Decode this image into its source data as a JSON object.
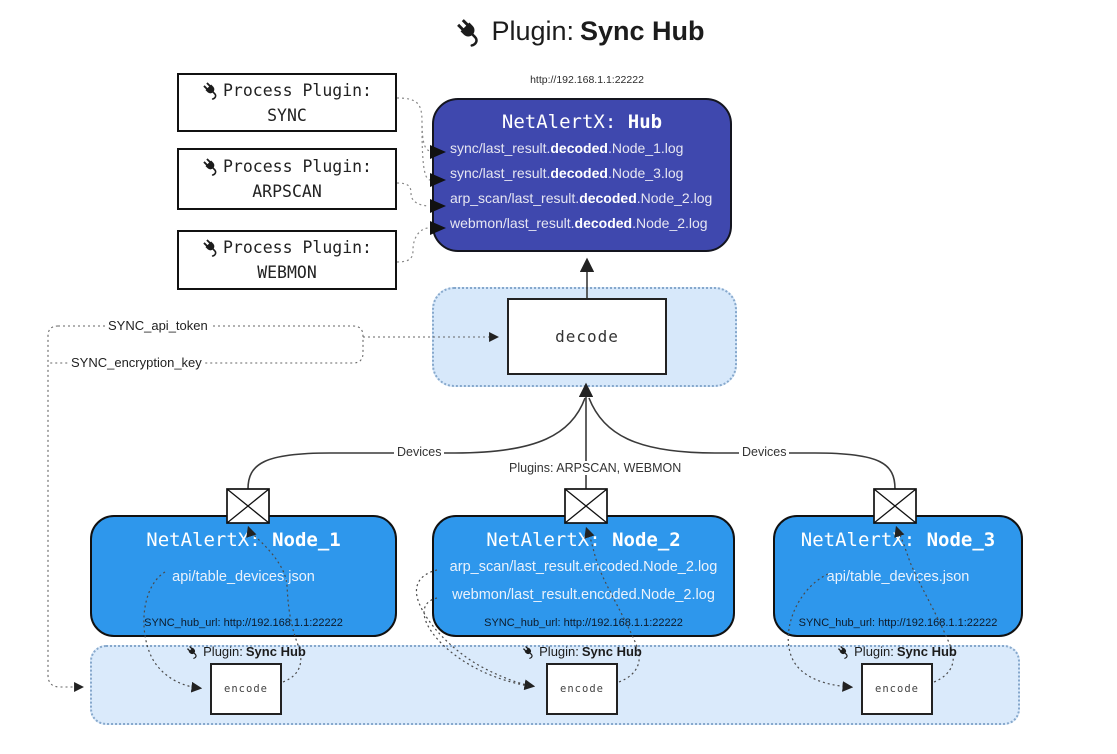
{
  "colors": {
    "hub_bg": "#3f48ae",
    "node_bg": "#2e97ec",
    "panel_bg": "#d7e8fa",
    "panel_border": "#86a8cc",
    "bottom_panel_bg": "#daeafb"
  },
  "title": {
    "prefix": "Plugin: ",
    "name": "Sync Hub"
  },
  "hub": {
    "url": "http://192.168.1.1:22222",
    "title_prefix": "NetAlertX: ",
    "title_name": "Hub",
    "logs": [
      {
        "pre": "sync/last_result.",
        "bold": "decoded",
        "post": ".Node_1.log"
      },
      {
        "pre": "sync/last_result.",
        "bold": "decoded",
        "post": ".Node_3.log"
      },
      {
        "pre": "arp_scan/last_result.",
        "bold": "decoded",
        "post": ".Node_2.log"
      },
      {
        "pre": "webmon/last_result.",
        "bold": "decoded",
        "post": ".Node_2.log"
      }
    ]
  },
  "process_plugins": [
    {
      "label": "Process Plugin:",
      "name": "SYNC"
    },
    {
      "label": "Process Plugin:",
      "name": "ARPSCAN"
    },
    {
      "label": "Process Plugin:",
      "name": "WEBMON"
    }
  ],
  "decode": {
    "label": "decode"
  },
  "keys": {
    "api_token": "SYNC_api_token",
    "encryption_key": "SYNC_encryption_key"
  },
  "edge_labels": {
    "devices_left": "Devices",
    "plugins_mid": "Plugins: ARPSCAN, WEBMON",
    "devices_right": "Devices"
  },
  "nodes": [
    {
      "title_prefix": "NetAlertX: ",
      "title_name": "Node_1",
      "files": [
        "api/table_devices.json"
      ],
      "hub_url": "SYNC_hub_url: http://192.168.1.1:22222"
    },
    {
      "title_prefix": "NetAlertX: ",
      "title_name": "Node_2",
      "files": [
        "arp_scan/last_result.encoded.Node_2.log",
        "webmon/last_result.encoded.Node_2.log"
      ],
      "hub_url": "SYNC_hub_url: http://192.168.1.1:22222"
    },
    {
      "title_prefix": "NetAlertX: ",
      "title_name": "Node_3",
      "files": [
        "api/table_devices.json"
      ],
      "hub_url": "SYNC_hub_url: http://192.168.1.1:22222"
    }
  ],
  "encode_units": [
    {
      "plugin_prefix": "Plugin: ",
      "plugin_name": "Sync Hub",
      "label": "encode"
    },
    {
      "plugin_prefix": "Plugin: ",
      "plugin_name": "Sync Hub",
      "label": "encode"
    },
    {
      "plugin_prefix": "Plugin: ",
      "plugin_name": "Sync Hub",
      "label": "encode"
    }
  ]
}
